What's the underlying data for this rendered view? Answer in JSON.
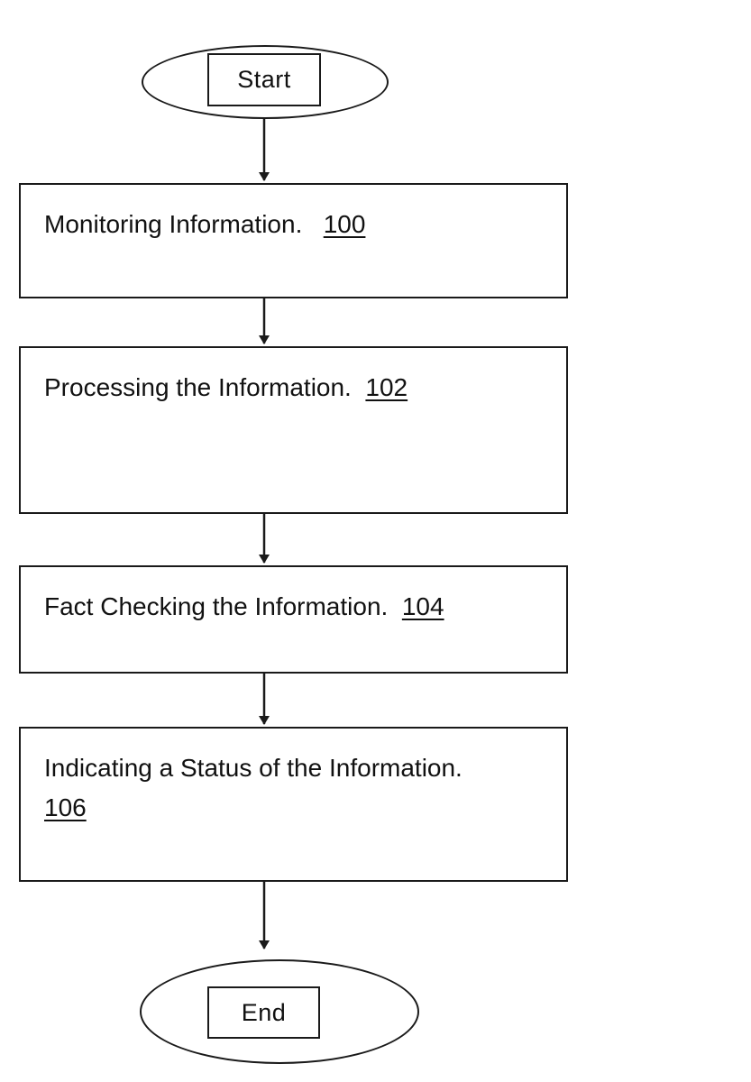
{
  "flowchart": {
    "start": {
      "label": "Start"
    },
    "end": {
      "label": "End"
    },
    "steps": [
      {
        "text": "Monitoring Information.",
        "ref": "100"
      },
      {
        "text": "Processing the Information.",
        "ref": "102"
      },
      {
        "text": "Fact Checking the Information.",
        "ref": "104"
      },
      {
        "text": "Indicating a Status of the Information.",
        "ref": "106"
      }
    ]
  }
}
